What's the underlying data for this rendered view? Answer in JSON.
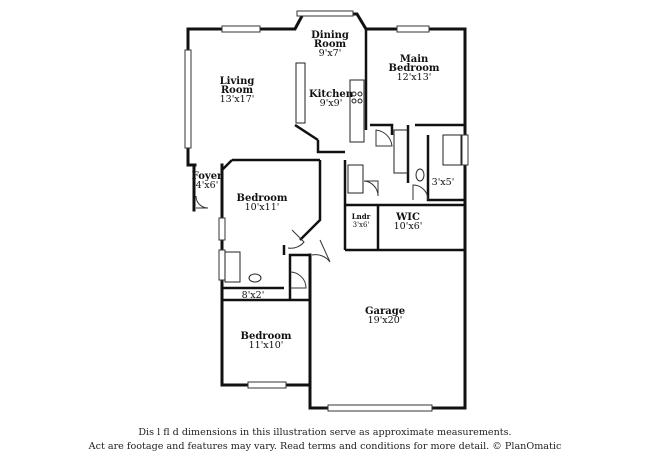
{
  "rooms": [
    {
      "id": "dining",
      "name": [
        "Dining",
        "Room"
      ],
      "dim": "9'x7'"
    },
    {
      "id": "main-bedroom",
      "name": [
        "Main",
        "Bedroom"
      ],
      "dim": "12'x13'"
    },
    {
      "id": "living",
      "name": [
        "Living",
        "Room"
      ],
      "dim": "13'x17'"
    },
    {
      "id": "kitchen",
      "name": [
        "Kitchen"
      ],
      "dim": "9'x9'"
    },
    {
      "id": "foyer",
      "name": [
        "Foyer"
      ],
      "dim": "4'x6'"
    },
    {
      "id": "bedroom-2",
      "name": [
        "Bedroom"
      ],
      "dim": "10'x11'"
    },
    {
      "id": "closet",
      "name": [],
      "dim": "3'x5'"
    },
    {
      "id": "laundry",
      "name": [
        "Lndr"
      ],
      "dim": "3'x6'"
    },
    {
      "id": "wic",
      "name": [
        "WIC"
      ],
      "dim": "10'x6'"
    },
    {
      "id": "hall-closet",
      "name": [],
      "dim": "8'x2'"
    },
    {
      "id": "garage",
      "name": [
        "Garage"
      ],
      "dim": "19'x20'"
    },
    {
      "id": "bedroom-3",
      "name": [
        "Bedroom"
      ],
      "dim": "11'x10'"
    }
  ],
  "disclaimer": {
    "line1": "Dis     l    fl      d   dimensions in this illustration serve as approximate measurements.",
    "line2": "Act     are footage and features may vary. Read terms and conditions for more detail. © PlanOmatic"
  }
}
